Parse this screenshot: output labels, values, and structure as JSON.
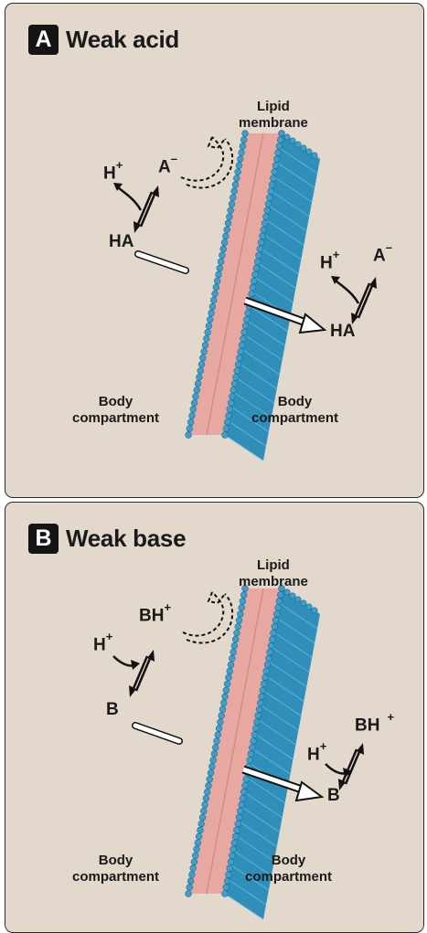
{
  "panel_a": {
    "badge": "A",
    "title": "Weak acid",
    "membrane_label": [
      "Lipid",
      "membrane"
    ],
    "left_compartment": [
      "Body",
      "compartment"
    ],
    "right_compartment": [
      "Body",
      "compartment"
    ],
    "species": {
      "h": "H",
      "plus": "+",
      "minus": "–",
      "anion": "A",
      "acid": "HA"
    }
  },
  "panel_b": {
    "badge": "B",
    "title": "Weak base",
    "membrane_label": [
      "Lipid",
      "membrane"
    ],
    "left_compartment": [
      "Body",
      "compartment"
    ],
    "right_compartment": [
      "Body",
      "compartment"
    ],
    "species": {
      "h": "H",
      "plus": "+",
      "conj": "BH",
      "base": "B"
    }
  },
  "colors": {
    "background": "#e2d8cc",
    "lipid_head": "#3f9fc8",
    "lipid_tail": "#e8a8a2",
    "membrane_side": "#2f8fb9",
    "badge": "#141414"
  }
}
